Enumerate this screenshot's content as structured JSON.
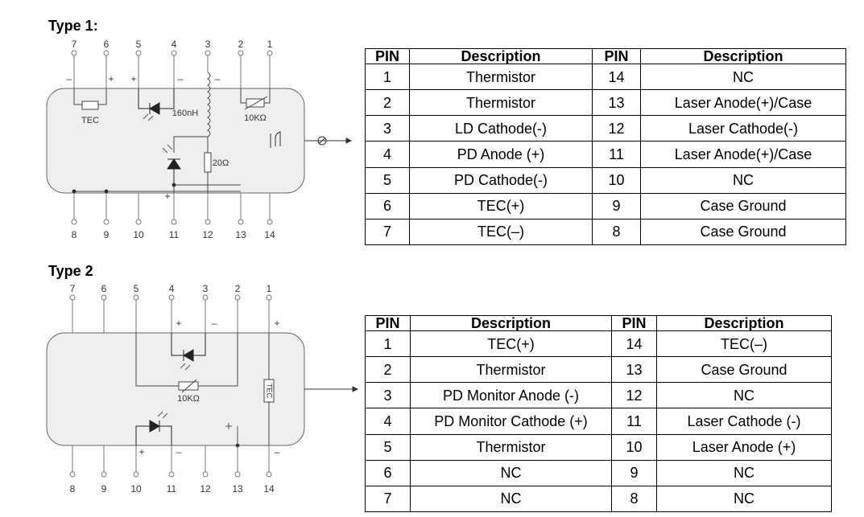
{
  "type1": {
    "heading": "Type 1:",
    "top_pins": [
      "7",
      "6",
      "5",
      "4",
      "3",
      "2",
      "1"
    ],
    "bottom_pins": [
      "8",
      "9",
      "10",
      "11",
      "12",
      "13",
      "14"
    ],
    "labels": {
      "tec": "TEC",
      "inductor": "160nH",
      "thermistor": "10KΩ",
      "resistor": "20Ω",
      "plus": "+",
      "minus": "–"
    },
    "table": {
      "headers": [
        "PIN",
        "Description",
        "PIN",
        "Description"
      ],
      "rows": [
        [
          "1",
          "Thermistor",
          "14",
          "NC"
        ],
        [
          "2",
          "Thermistor",
          "13",
          "Laser Anode(+)/Case"
        ],
        [
          "3",
          "LD Cathode(-)",
          "12",
          "Laser Cathode(-)"
        ],
        [
          "4",
          "PD Anode (+)",
          "11",
          "Laser Anode(+)/Case"
        ],
        [
          "5",
          "PD Cathode(-)",
          "10",
          "NC"
        ],
        [
          "6",
          "TEC(+)",
          "9",
          "Case Ground"
        ],
        [
          "7",
          "TEC(–)",
          "8",
          "Case Ground"
        ]
      ]
    }
  },
  "type2": {
    "heading": "Type 2",
    "top_pins": [
      "7",
      "6",
      "5",
      "4",
      "3",
      "2",
      "1"
    ],
    "bottom_pins": [
      "8",
      "9",
      "10",
      "11",
      "12",
      "13",
      "14"
    ],
    "labels": {
      "thermistor": "10KΩ",
      "tec": "TEC",
      "plus": "+",
      "minus": "–"
    },
    "table": {
      "headers": [
        "PIN",
        "Description",
        "PIN",
        "Description"
      ],
      "rows": [
        [
          "1",
          "TEC(+)",
          "14",
          "TEC(–)"
        ],
        [
          "2",
          "Thermistor",
          "13",
          "Case Ground"
        ],
        [
          "3",
          "PD Monitor Anode (-)",
          "12",
          "NC"
        ],
        [
          "4",
          "PD Monitor Cathode (+)",
          "11",
          "Laser Cathode (-)"
        ],
        [
          "5",
          "Thermistor",
          "10",
          "Laser Anode (+)"
        ],
        [
          "6",
          "NC",
          "9",
          "NC"
        ],
        [
          "7",
          "NC",
          "8",
          "NC"
        ]
      ]
    }
  }
}
